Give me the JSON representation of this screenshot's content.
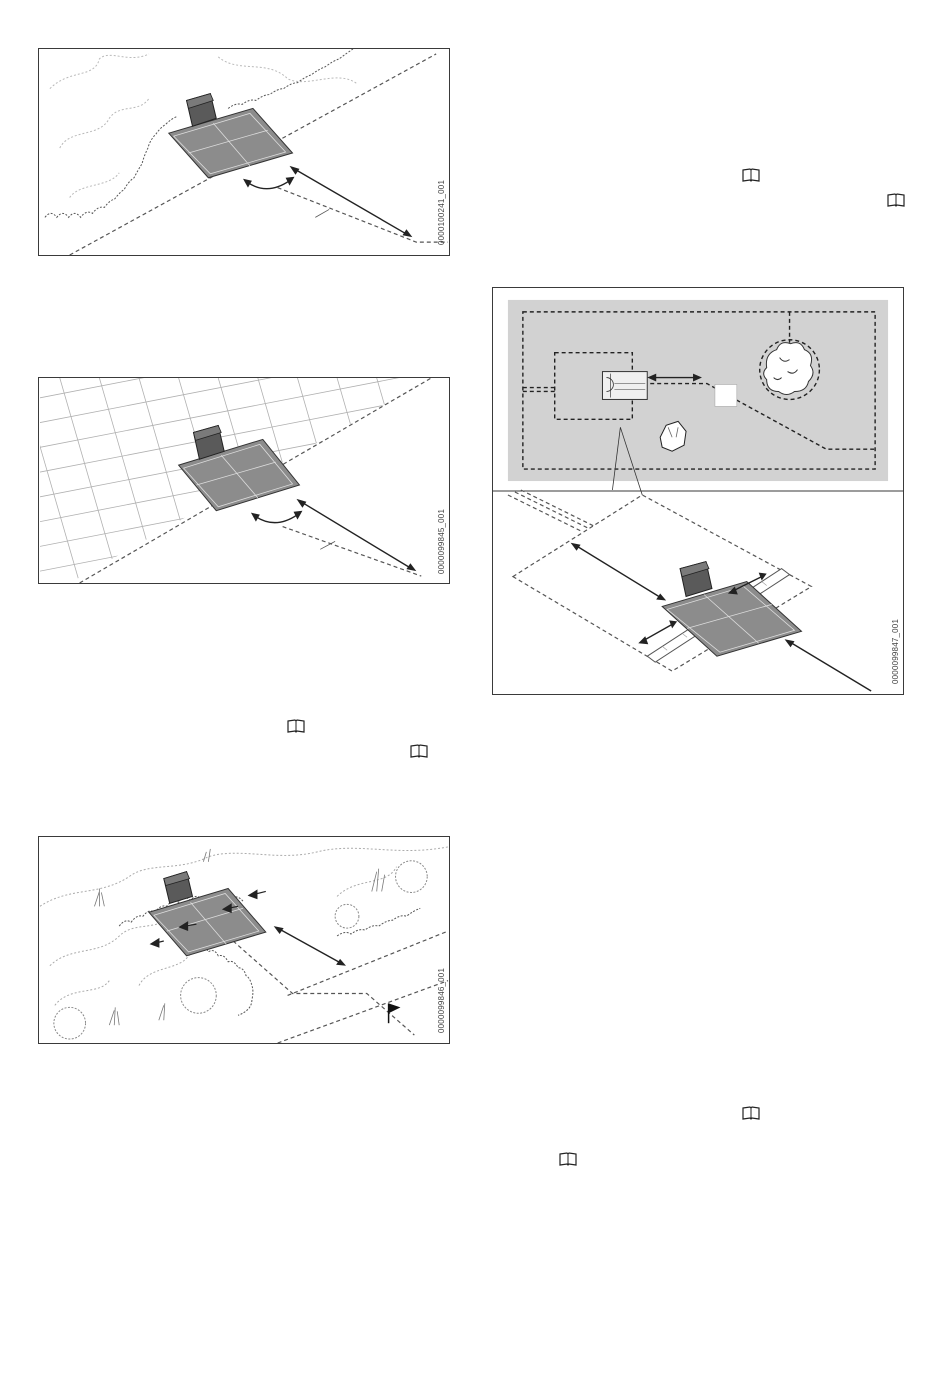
{
  "figures": [
    {
      "id": "fig1",
      "code": "0000100241_001"
    },
    {
      "id": "fig2",
      "code": "0000099845_001"
    },
    {
      "id": "fig3",
      "code": "0000099846_001"
    },
    {
      "id": "fig4",
      "code": "0000099847_001"
    }
  ],
  "icons": {
    "reference": "book-icon",
    "marker": "flag-icon"
  },
  "colors": {
    "frame": "#3a3a3a",
    "station_fill": "#8c8c8c",
    "station_dark": "#5a5a5a",
    "area_gray": "#d2d2d2"
  }
}
